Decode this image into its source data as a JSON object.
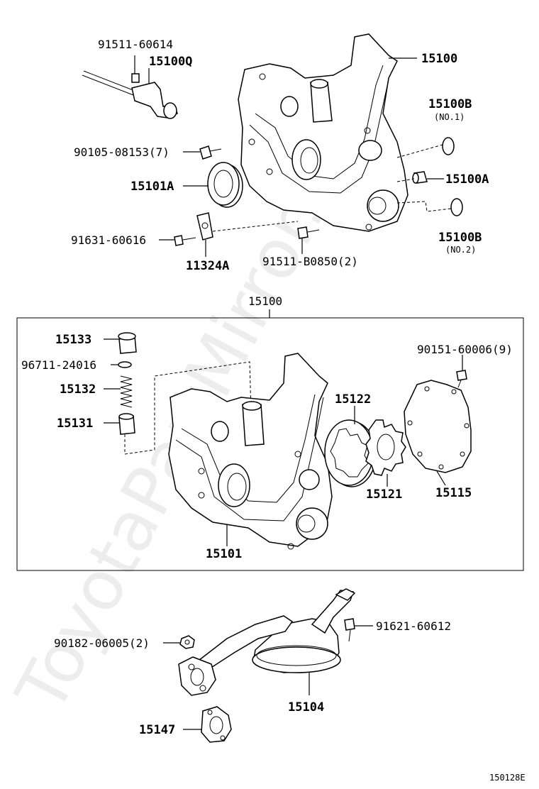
{
  "watermark": "ToyotaPartMirror.ru",
  "figure_code": "150128E",
  "labels": {
    "p91511_60614": "91511-60614",
    "p15100Q": "15100Q",
    "p15100_top": "15100",
    "p15100B_1": "15100B",
    "p15100B_1_note": "(NO.1)",
    "p90105_08153": "90105-08153(7)",
    "p15100A": "15100A",
    "p15101A": "15101A",
    "p15100B_2": "15100B",
    "p15100B_2_note": "(NO.2)",
    "p91631_60616": "91631-60616",
    "p11324A": "11324A",
    "p91511_B0850": "91511-B0850(2)",
    "p15100_box": "15100",
    "p15133": "15133",
    "p96711_24016": "96711-24016",
    "p15132": "15132",
    "p15131": "15131",
    "p90151_60006": "90151-60006(9)",
    "p15122": "15122",
    "p15121": "15121",
    "p15115": "15115",
    "p15101": "15101",
    "p90182_06005": "90182-06005(2)",
    "p91621_60612": "91621-60612",
    "p15104": "15104",
    "p15147": "15147"
  }
}
